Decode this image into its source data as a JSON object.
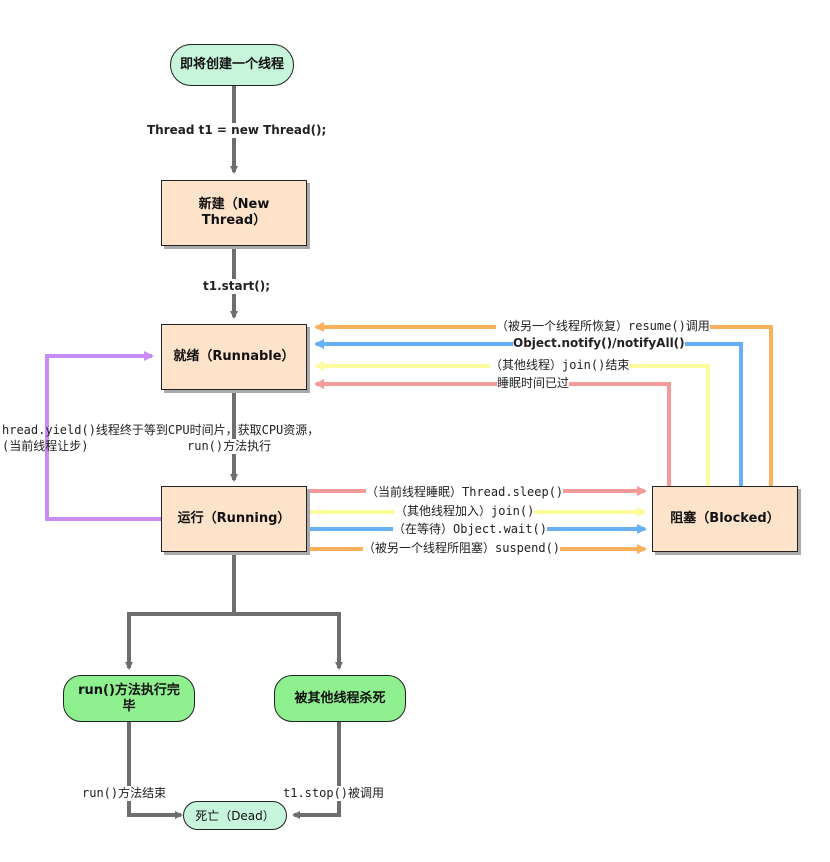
{
  "nodes": {
    "about_to_create": "即将创建一个线程",
    "new_thread": "新建（New Thread）",
    "runnable": "就绪（Runnable）",
    "running": "运行（Running）",
    "blocked": "阻塞（Blocked）",
    "run_done": "run()方法执行完毕",
    "killed": "被其他线程杀死",
    "dead": "死亡（Dead）"
  },
  "labels": {
    "create_call": "Thread t1 = new Thread();",
    "start_call": "t1.start();",
    "resume": "（被另一个线程所恢复）resume()调用",
    "notify": "Object.notify()/notifyAll()",
    "join_end": "（其他线程）join()结束",
    "sleep_end": "睡眠时间已过",
    "yield": "hread.yield()线程终于等到CPU时间片，获取CPU资源，",
    "yield_line2": "(当前线程让步)",
    "run_exec": "run()方法执行",
    "sleep": "（当前线程睡眠）Thread.sleep()",
    "join": "（其他线程加入）join()",
    "wait": "（在等待）Object.wait()",
    "suspend": "（被另一个线程所阻塞）suspend()",
    "run_end": "run()方法结束",
    "stop": "t1.stop()被调用"
  },
  "colors": {
    "gray": "#6e6e6e",
    "orange": "#fbb05e",
    "blue": "#67b0f5",
    "yellow": "#fcfc9e",
    "pink": "#f59a9a",
    "purple": "#c98cf5"
  }
}
